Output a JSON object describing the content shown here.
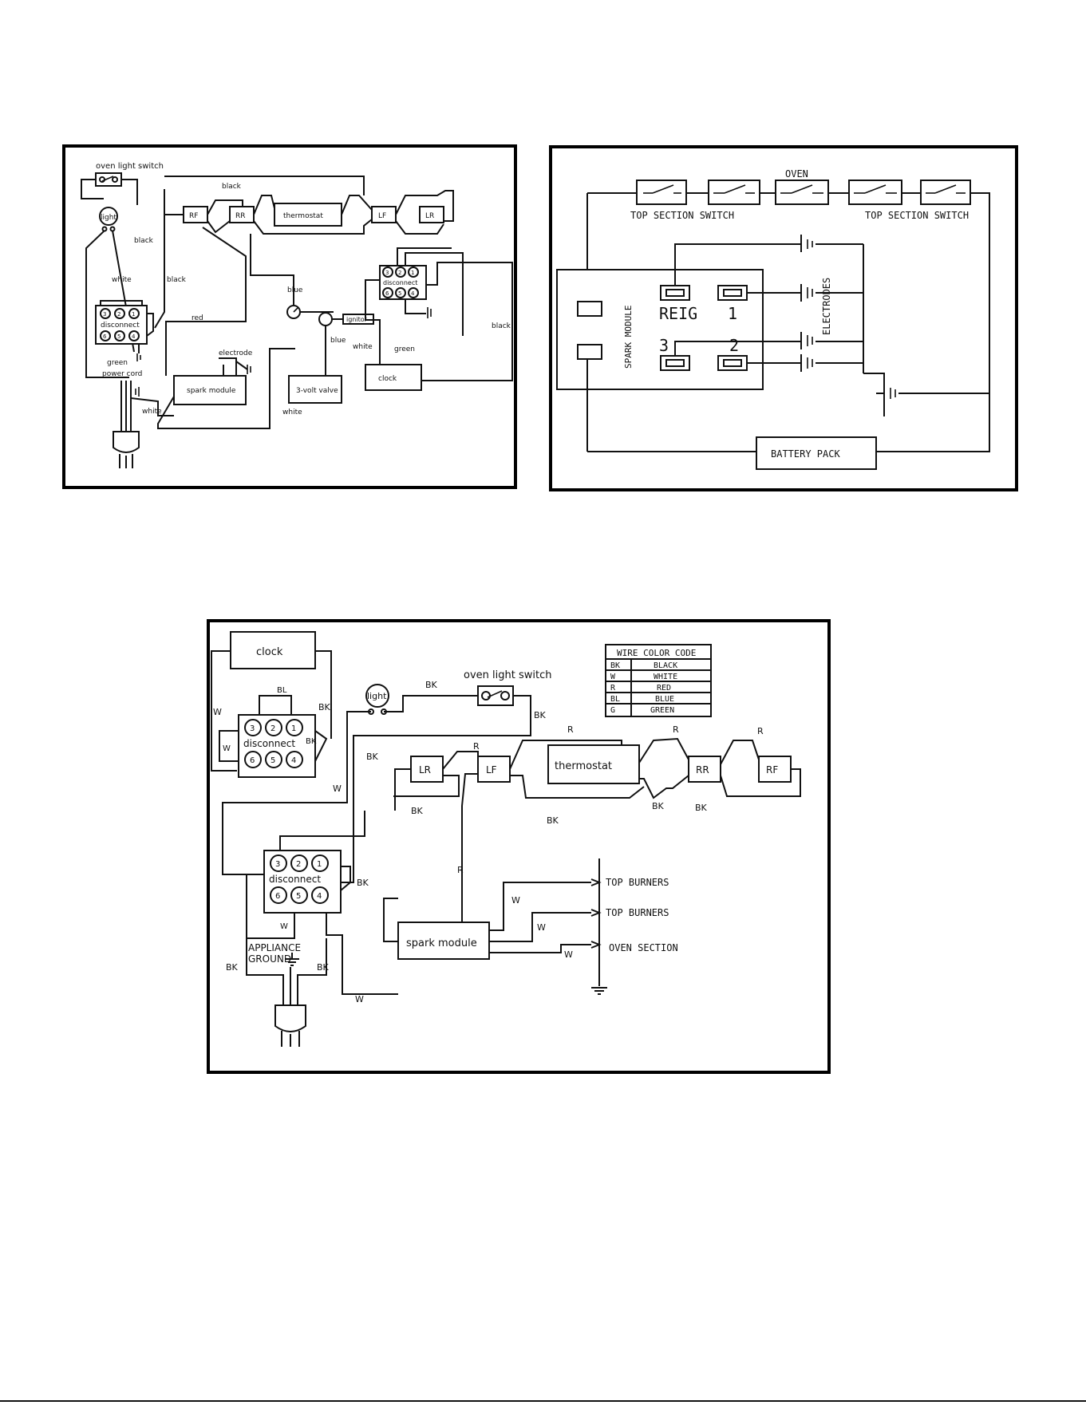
{
  "diagram1": {
    "oven_light_switch": "oven light switch",
    "light": "light",
    "black_1": "black",
    "black_2": "black",
    "black_3": "black",
    "black_4": "black",
    "white_1": "white",
    "white_2": "white",
    "white_3": "white",
    "red": "red",
    "blue_1": "blue",
    "blue_2": "blue",
    "green_1": "green",
    "green_2": "green",
    "rf": "RF",
    "rr": "RR",
    "thermostat": "thermostat",
    "lf": "LF",
    "lr": "LR",
    "disconnect": "disconnect",
    "pins": [
      "3",
      "2",
      "1",
      "6",
      "5",
      "4"
    ],
    "electrode": "electrode",
    "ignitor": "ignitor",
    "power_cord": "power cord",
    "spark_module": "spark module",
    "valve": "3-volt valve",
    "clock": "clock"
  },
  "diagram2": {
    "oven": "OVEN",
    "top_section_switch_left": "TOP SECTION SWITCH",
    "top_section_switch_right": "TOP SECTION SWITCH",
    "spark_module": "SPARK MODULE",
    "reig": "REIG",
    "n1": "1",
    "n2": "2",
    "n3": "3",
    "electrodes": "ELECTRODES",
    "battery_pack": "BATTERY PACK"
  },
  "diagram3": {
    "clock": "clock",
    "oven_light_switch": "oven light switch",
    "light": "light",
    "disconnect": "disconnect",
    "pins": [
      "3",
      "2",
      "1",
      "6",
      "5",
      "4"
    ],
    "lr": "LR",
    "lf": "LF",
    "thermostat": "thermostat",
    "rr": "RR",
    "rf": "RF",
    "appliance_ground": [
      "APPLIANCE",
      "GROUND"
    ],
    "spark_module": "spark module",
    "top_burners_1": "TOP BURNERS",
    "top_burners_2": "TOP BURNERS",
    "oven_section": "OVEN SECTION",
    "wire_labels": {
      "bk": "BK",
      "w": "W",
      "r": "R",
      "bl": "BL"
    },
    "color_code": {
      "title": "WIRE COLOR CODE",
      "rows": [
        {
          "code": "BK",
          "color": "BLACK"
        },
        {
          "code": "W",
          "color": "WHITE"
        },
        {
          "code": "R",
          "color": "RED"
        },
        {
          "code": "BL",
          "color": "BLUE"
        },
        {
          "code": "G",
          "color": "GREEN"
        }
      ]
    }
  }
}
